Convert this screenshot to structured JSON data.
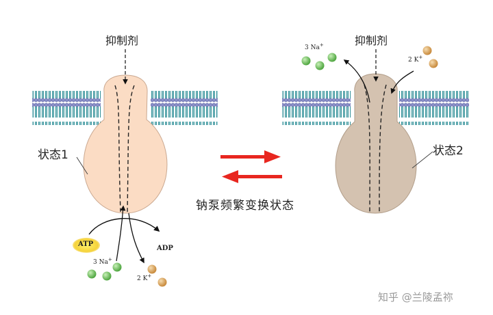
{
  "diagram": {
    "state1": {
      "inhibitor_label": "抑制剂",
      "state_label": "状态1",
      "atp_label": "ATP",
      "adp_label": "ADP",
      "na_label": "3 Na",
      "na_sup": "+",
      "k_label": "2 K",
      "k_sup": "+",
      "protein_color": "#fbdcc4"
    },
    "state2": {
      "inhibitor_label": "抑制剂",
      "state_label": "状态2",
      "na_label": "3 Na",
      "na_sup": "+",
      "k_label": "2 K",
      "k_sup": "+",
      "protein_color": "#d4c2b0"
    },
    "center_caption": "钠泵频繁变换状态",
    "arrow_color": "#e8261f",
    "membrane_color": "#3a9aa3",
    "na_ion_color": "#6cc05a",
    "k_ion_color": "#d9a35b",
    "watermark": "知乎 @兰陵孟祢"
  }
}
